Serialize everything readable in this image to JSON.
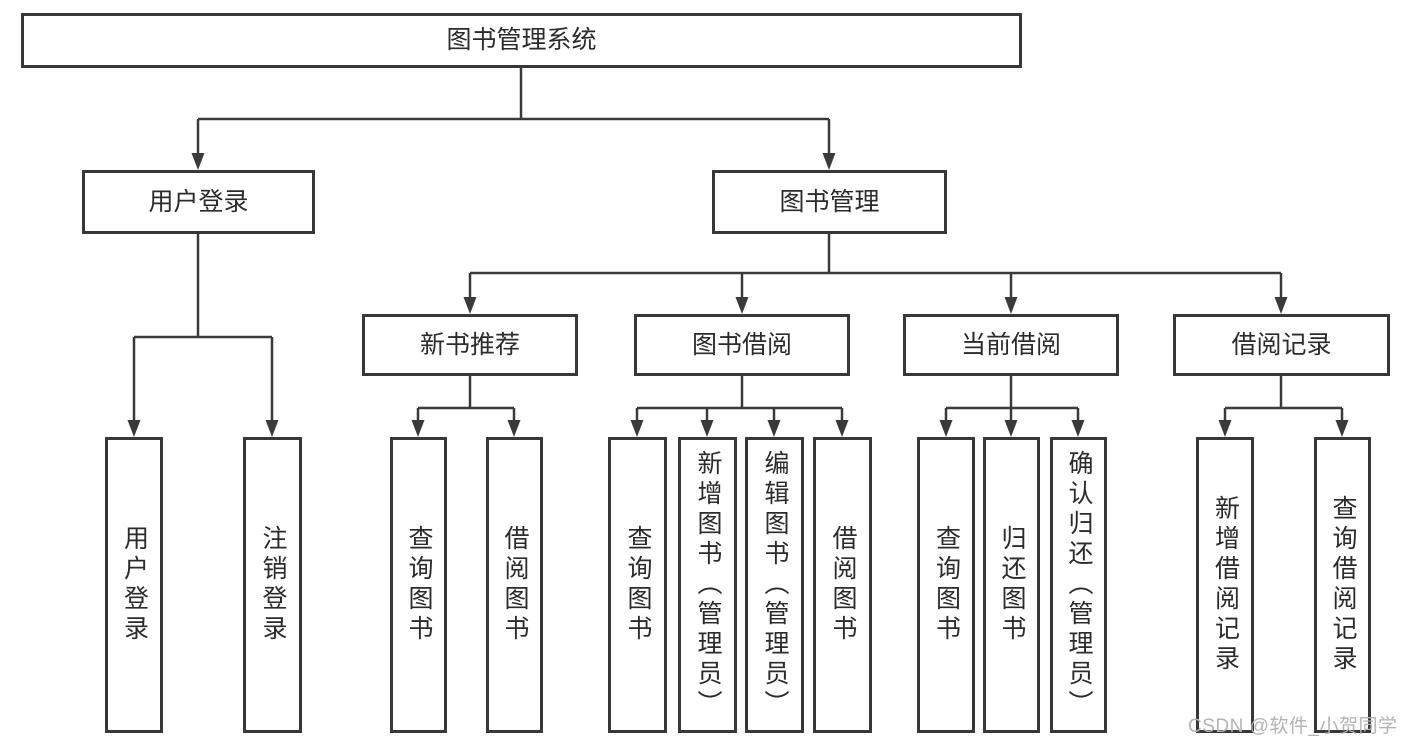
{
  "diagram": {
    "root": {
      "label": "图书管理系统"
    },
    "children": [
      {
        "label": "用户登录",
        "children": [
          {
            "label": "用户登录"
          },
          {
            "label": "注销登录"
          }
        ]
      },
      {
        "label": "图书管理",
        "children": [
          {
            "label": "新书推荐",
            "children": [
              {
                "label": "查询图书"
              },
              {
                "label": "借阅图书"
              }
            ]
          },
          {
            "label": "图书借阅",
            "children": [
              {
                "label": "查询图书"
              },
              {
                "label": "新增图书（管理员）"
              },
              {
                "label": "编辑图书（管理员）"
              },
              {
                "label": "借阅图书"
              }
            ]
          },
          {
            "label": "当前借阅",
            "children": [
              {
                "label": "查询图书"
              },
              {
                "label": "归还图书"
              },
              {
                "label": "确认归还（管理员）"
              }
            ]
          },
          {
            "label": "借阅记录",
            "children": [
              {
                "label": "新增借阅记录"
              },
              {
                "label": "查询借阅记录"
              }
            ]
          }
        ]
      }
    ]
  },
  "watermark": "CSDN @软件_小贺同学",
  "colors": {
    "line": "#3a3a3a",
    "box_border": "#383838",
    "text": "#2b2b2b",
    "watermark": "#b3b3b3",
    "background": "#ffffff"
  }
}
